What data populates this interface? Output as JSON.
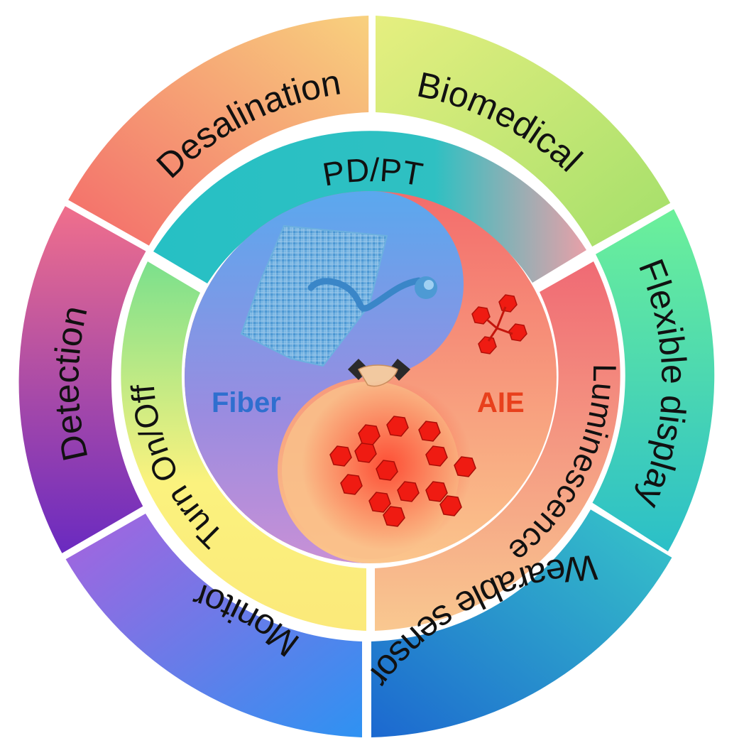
{
  "outer_ring": {
    "segments": [
      {
        "label": "Desalination",
        "icon": "gradient-segment"
      },
      {
        "label": "Biomedical"
      },
      {
        "label": "Flexible display"
      },
      {
        "label": "Wearable sensor"
      },
      {
        "label": "Monitor"
      },
      {
        "label": "Detection"
      }
    ]
  },
  "inner_ring": {
    "segments": [
      {
        "label": "PD/PT"
      },
      {
        "label": "Luminescence"
      },
      {
        "label": "Turn On/Off"
      }
    ]
  },
  "core": {
    "left_label": "Fiber",
    "right_label": "AIE",
    "left_color": "#2f6fcf",
    "right_color": "#e8401c",
    "icons": [
      "fiber-mesh-icon",
      "handshake-icon",
      "aie-molecule-icon",
      "aie-cluster-icon"
    ]
  },
  "colors": {
    "desalination": [
      "#f36a6a",
      "#f8d17e"
    ],
    "biomedical": [
      "#d8ec7a",
      "#a8e06a"
    ],
    "flexible_display": [
      "#62ec9a",
      "#2cc6c8"
    ],
    "wearable_sensor": [
      "#35c2cc",
      "#1f6fd0"
    ],
    "monitor": [
      "#9b63e0",
      "#2f8ff0"
    ],
    "detection": [
      "#f06a8a",
      "#6a2dc0"
    ],
    "pd_pt": [
      "#2ec2c2",
      "#e09aa6"
    ],
    "luminescence": [
      "#f06d74",
      "#f9c48e"
    ],
    "turn_on_off": [
      "#7fe08a",
      "#fbf07a"
    ]
  }
}
